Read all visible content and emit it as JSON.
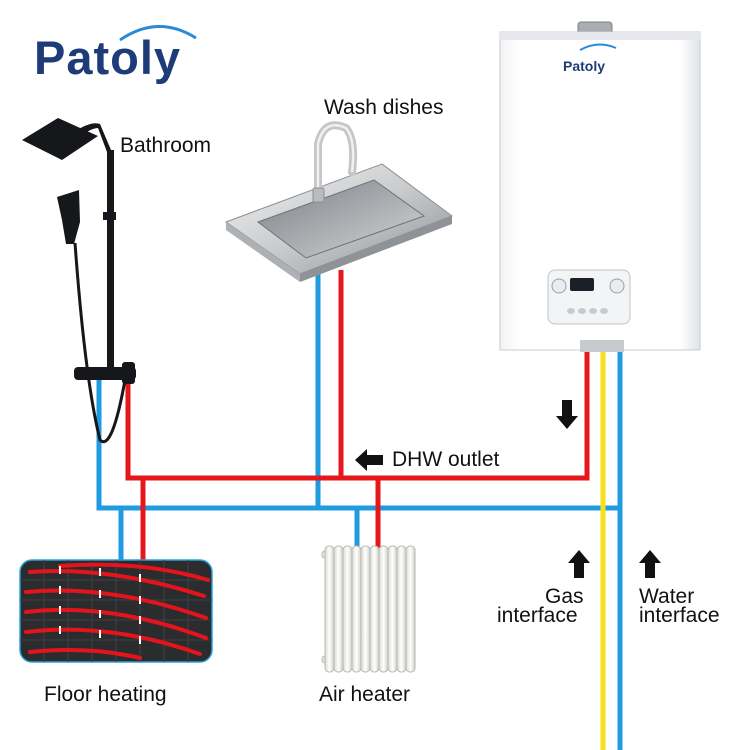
{
  "brand": {
    "logo_text": "Patoly",
    "heater_logo_text": "Patoly"
  },
  "labels": {
    "bathroom": "Bathroom",
    "wash_dishes": "Wash dishes",
    "dhw_outlet": "DHW outlet",
    "gas_interface_line1": "Gas",
    "gas_interface_line2": "interface",
    "water_interface_line1": "Water",
    "water_interface_line2": "interface",
    "floor_heating": "Floor heating",
    "air_heater": "Air heater"
  },
  "pipe_colors": {
    "hot": "#e5171d",
    "cold": "#1f9be0",
    "gas": "#f7e11a"
  },
  "brand_color": "#1d3c78"
}
